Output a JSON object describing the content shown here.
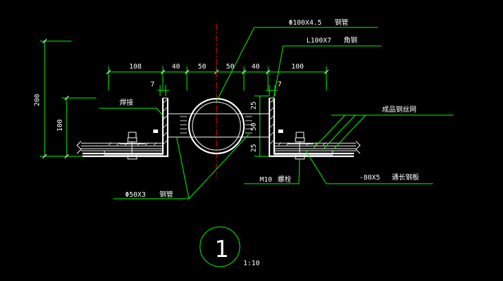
{
  "labels": {
    "steel_pipe": "Φ100X4.5",
    "steel_pipe_cn": "钢管",
    "angle_steel": "L100X7",
    "angle_steel_cn": "角钢",
    "weld": "焊接",
    "wire_mesh": "成品钢丝网",
    "small_pipe": "Φ50X3",
    "small_pipe_cn": "钢管",
    "bolt": "M10",
    "bolt_cn": "螺栓",
    "plate": "-80X5",
    "plate_cn": "通长钢板"
  },
  "dimensions": {
    "top": [
      "108",
      "40",
      "50",
      "50",
      "40",
      "100"
    ],
    "gap_left": "7",
    "gap_right": "7",
    "height_total": "200",
    "height_lower": "100",
    "vertical_right": [
      "25",
      "50",
      "25"
    ]
  },
  "detail": {
    "number": "1",
    "scale": "1:10"
  },
  "colors": {
    "background": "#000000",
    "leader": "#00ff00",
    "geometry": "#ffffff",
    "centerline": "#ff0000"
  }
}
